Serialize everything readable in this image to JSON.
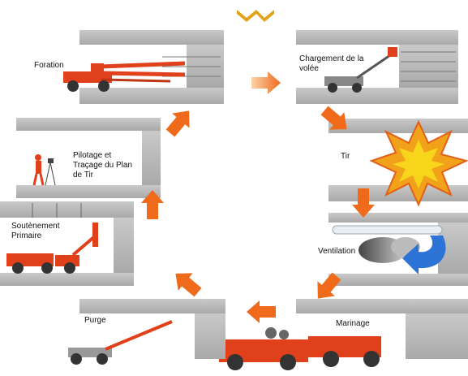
{
  "cycle": {
    "steps": [
      {
        "id": "foration",
        "label": "Foration"
      },
      {
        "id": "chargement",
        "label": "Chargement de la\nvolée"
      },
      {
        "id": "tir",
        "label": "Tir"
      },
      {
        "id": "ventilation",
        "label": "Ventilation"
      },
      {
        "id": "marinage",
        "label": "Marinage"
      },
      {
        "id": "purge",
        "label": "Purge"
      },
      {
        "id": "soutenement",
        "label": "Soutènement\nPrimaire"
      },
      {
        "id": "pilotage",
        "label": "Pilotage et\nTraçage du Plan\nde Tir"
      }
    ]
  },
  "colors": {
    "rock": "#b9b9b9",
    "rock_dark": "#8c8c8c",
    "machine": "#e0401a",
    "arrow": "#f06a1c",
    "explosion_outer": "#f2a21a",
    "explosion_inner": "#f7d51a",
    "ventilation_arrow": "#2e74d6",
    "logo": "#e2a21a"
  }
}
